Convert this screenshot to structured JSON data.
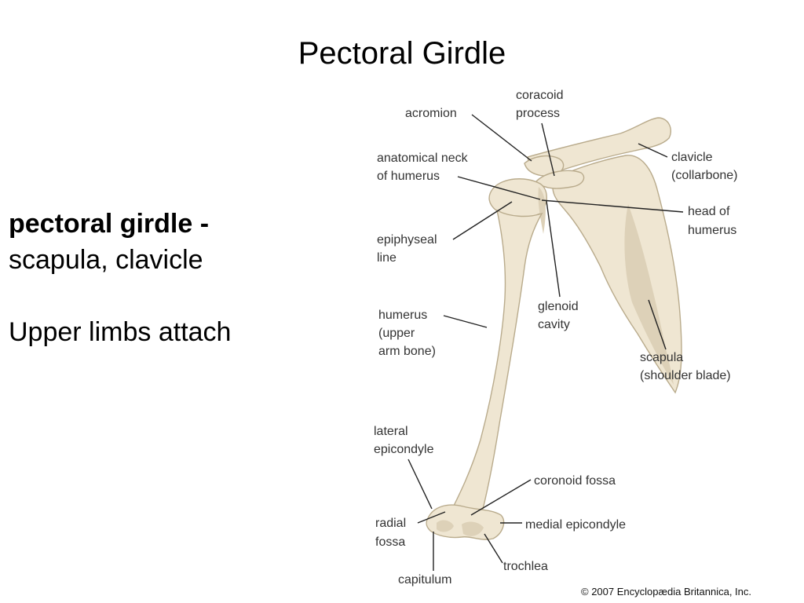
{
  "slide": {
    "title": "Pectoral Girdle",
    "term": "pectoral girdle -",
    "definition": "scapula, clavicle",
    "note": "Upper limbs attach"
  },
  "diagram": {
    "labels": {
      "acromion": "acromion",
      "coracoid_1": "coracoid",
      "coracoid_2": "process",
      "anat_neck_1": "anatomical neck",
      "anat_neck_2": "of humerus",
      "clavicle_1": "clavicle",
      "clavicle_2": "(collarbone)",
      "head_1": "head of",
      "head_2": "humerus",
      "epiphyseal_1": "epiphyseal",
      "epiphyseal_2": "line",
      "glenoid_1": "glenoid",
      "glenoid_2": "cavity",
      "humerus_1": "humerus",
      "humerus_2": "(upper",
      "humerus_3": "arm bone)",
      "scapula_1": "scapula",
      "scapula_2": "(shoulder blade)",
      "lateral_epi_1": "lateral",
      "lateral_epi_2": "epicondyle",
      "coronoid": "coronoid fossa",
      "radial_1": "radial",
      "radial_2": "fossa",
      "medial_epi": "medial epicondyle",
      "trochlea": "trochlea",
      "capitulum": "capitulum"
    },
    "credit": "© 2007 Encyclopædia Britannica, Inc."
  },
  "colors": {
    "bone": "#efe6d2",
    "bone_outline": "#b9ab8c",
    "label_text": "#333333"
  }
}
